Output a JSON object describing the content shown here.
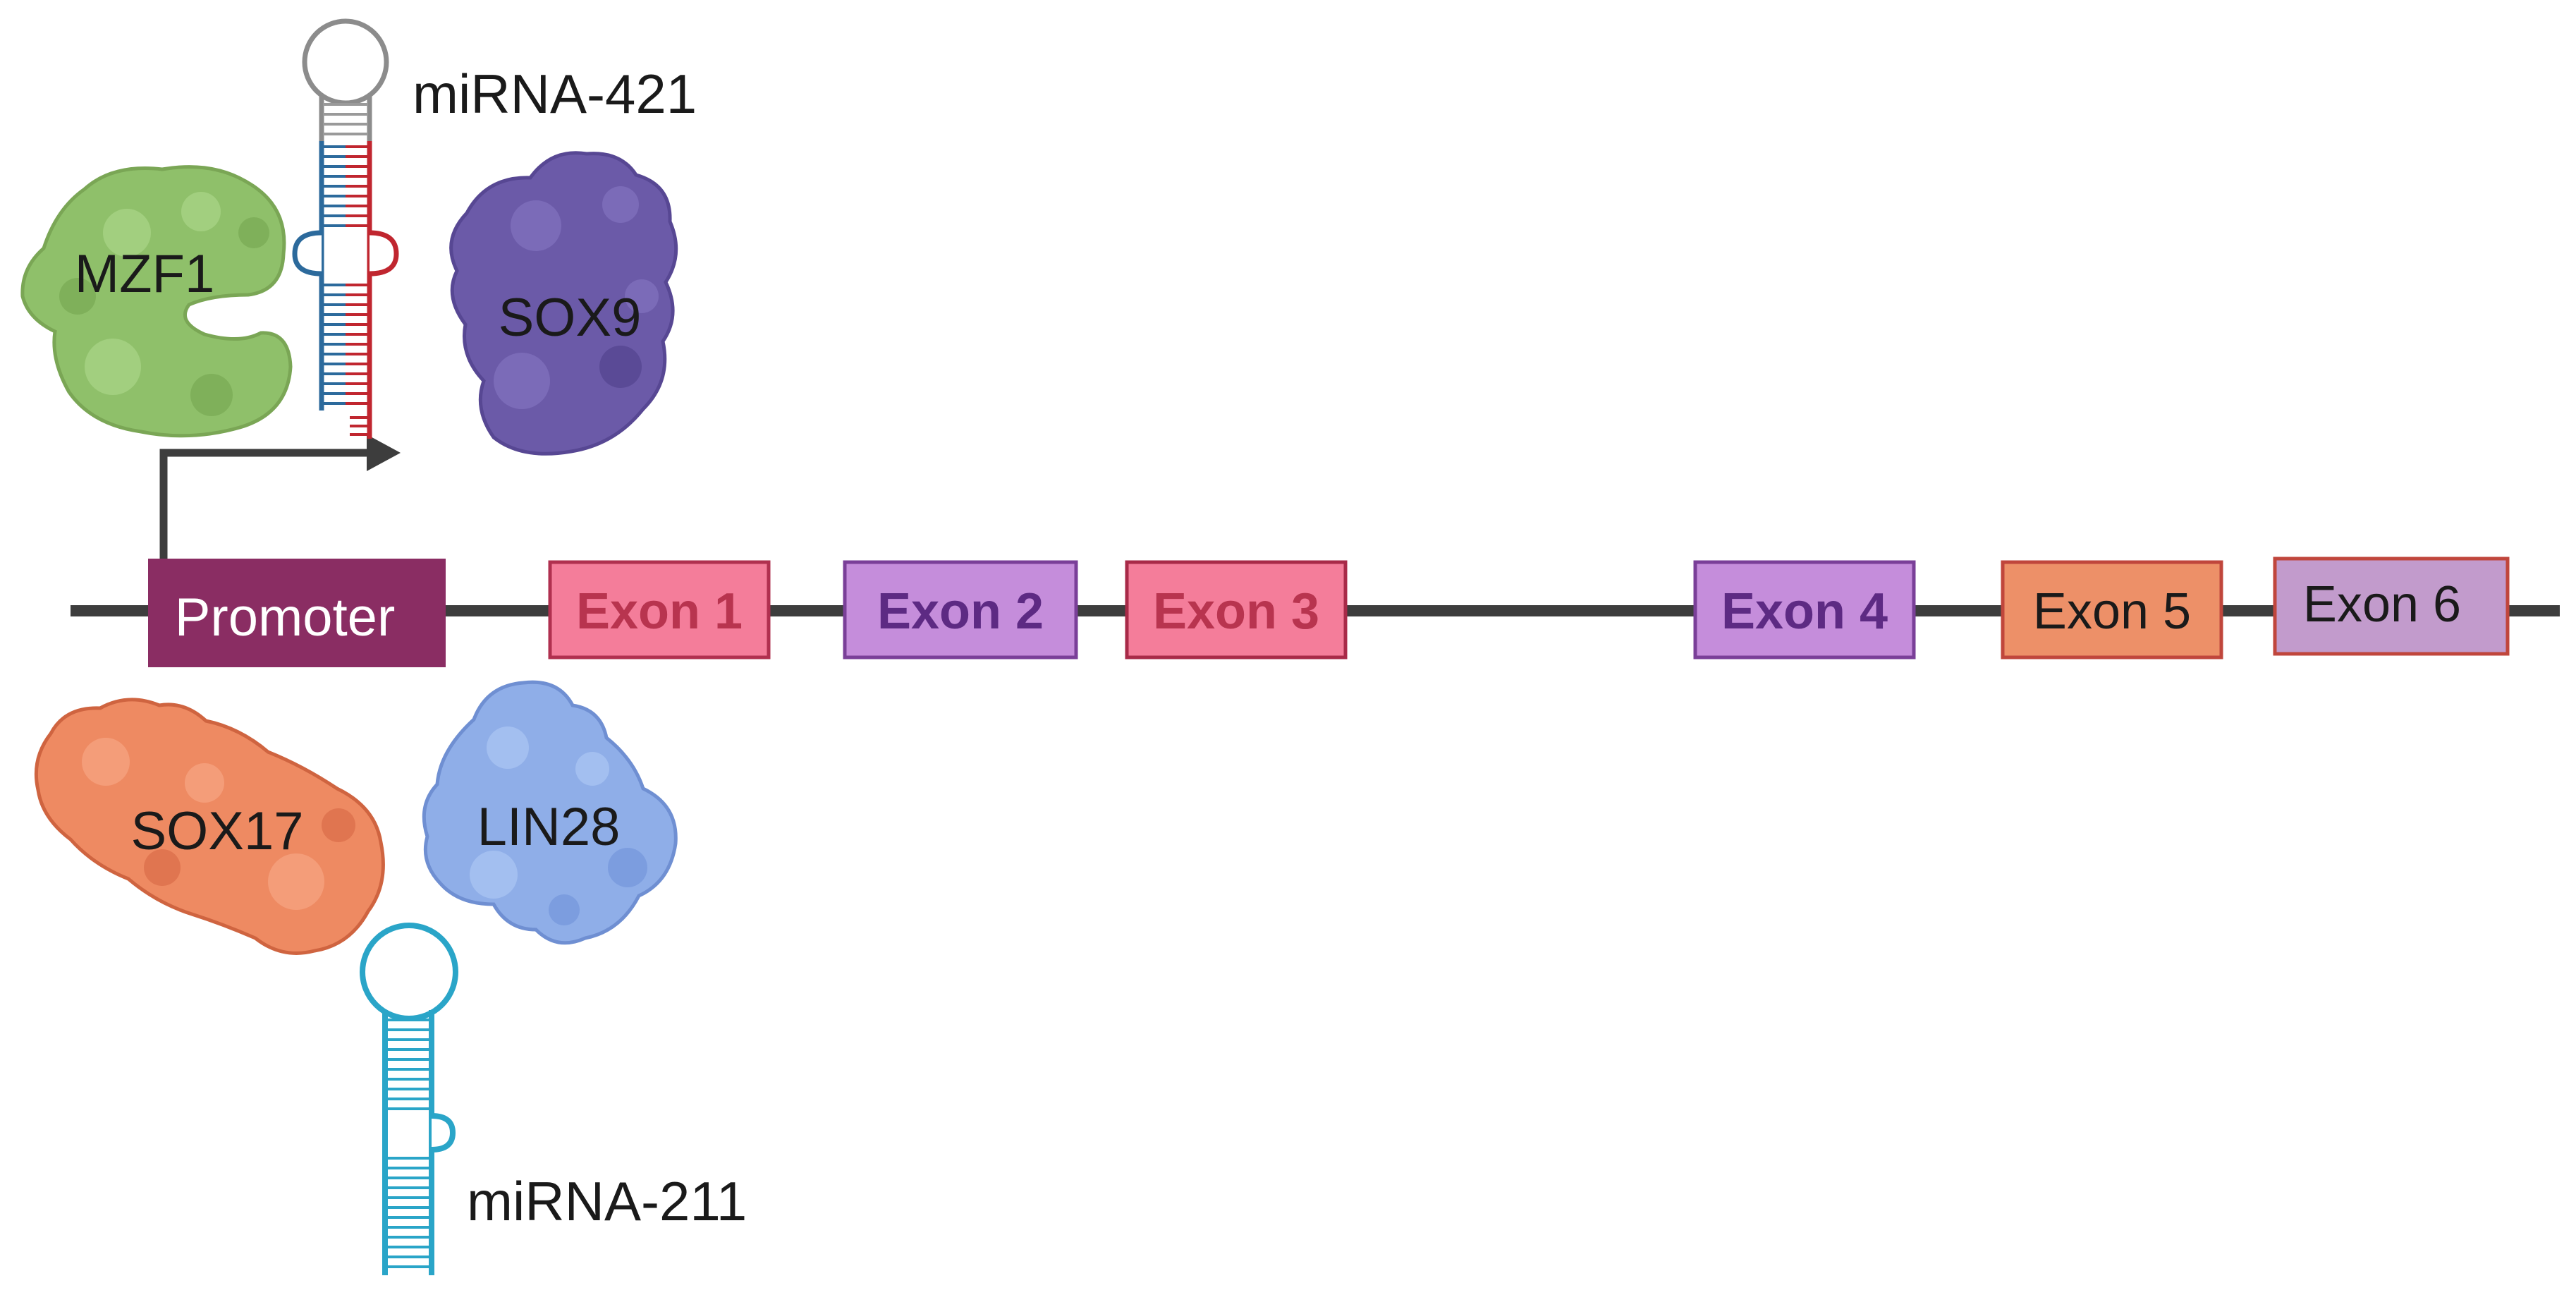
{
  "promoter": {
    "label": "Promoter",
    "fill": "#8a2d63",
    "text_color": "#ffffff"
  },
  "exons": [
    {
      "label": "Exon 1",
      "fill": "#f47d9a",
      "stroke": "#b0304f",
      "text_color": "#b8344f",
      "bold": true
    },
    {
      "label": "Exon 2",
      "fill": "#c58ddb",
      "stroke": "#7a3f98",
      "text_color": "#5d2a83",
      "bold": true
    },
    {
      "label": "Exon 3",
      "fill": "#f47d9a",
      "stroke": "#a82a48",
      "text_color": "#b8344f",
      "bold": true
    },
    {
      "label": "Exon 4",
      "fill": "#c58ddb",
      "stroke": "#7a3f98",
      "text_color": "#5d2a83",
      "bold": true
    },
    {
      "label": "Exon 5",
      "fill": "#ed9068",
      "stroke": "#c0463c",
      "text_color": "#1a1a1a",
      "bold": false
    },
    {
      "label": "Exon 6",
      "fill": "#c29bcc",
      "stroke": "#c0463c",
      "text_color": "#1a1a1a",
      "bold": false
    }
  ],
  "regulators": {
    "mzf1": {
      "label": "MZF1",
      "color": "#8fc06a",
      "icon": "protein-blob-icon"
    },
    "sox9": {
      "label": "SOX9",
      "color": "#6b5aa8",
      "icon": "protein-blob-icon"
    },
    "sox17": {
      "label": "SOX17",
      "color": "#ee8a62",
      "icon": "protein-blob-icon"
    },
    "lin28": {
      "label": "LIN28",
      "color": "#8faee8",
      "icon": "protein-blob-icon"
    },
    "mirna421": {
      "label": "miRNA-421",
      "colors": [
        "#2c6a9c",
        "#c0262f",
        "#8c8c8c"
      ],
      "icon": "mirna-hairpin-icon"
    },
    "mirna211": {
      "label": "miRNA-211",
      "color": "#2aa5c8",
      "icon": "mirna-hairpin-icon"
    }
  },
  "line_color": "#3d3d3d"
}
